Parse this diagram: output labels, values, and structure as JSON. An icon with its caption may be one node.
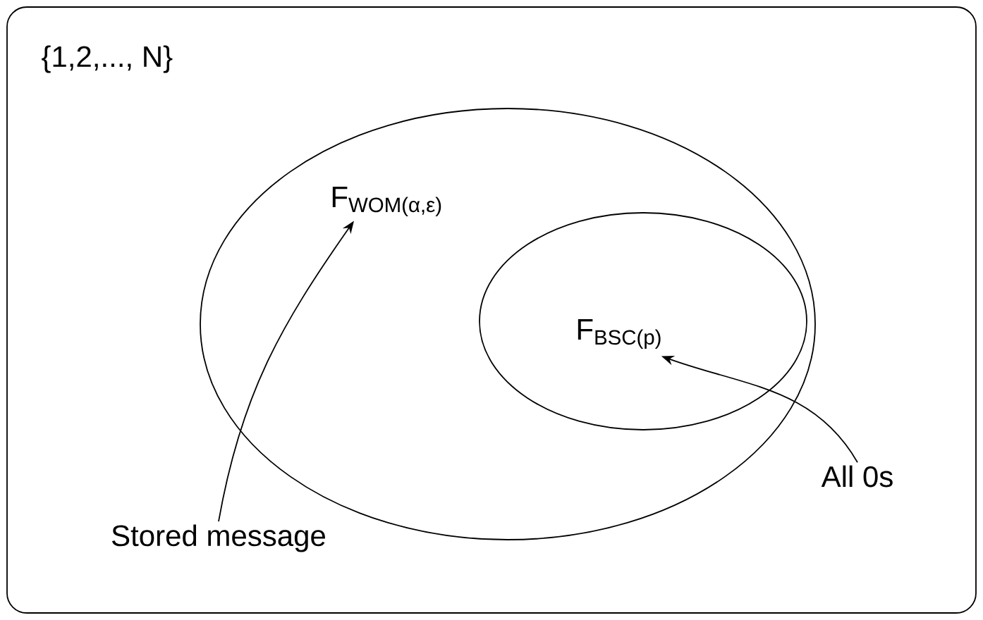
{
  "diagram": {
    "nodes": [
      {
        "text": [
          "{1,2,..., N}"
        ]
      },
      {
        "text": [
          "F$_{WOM(α,ε)}$"
        ],
        "in": 0
      },
      {
        "text": [
          "F$_{BSC(p)}$"
        ],
        "in": 1
      },
      {
        "text": [
          "Stored message"
        ],
        "in": 0
      },
      {
        "text": [
          "All 0s"
        ],
        "in": 0
      }
    ],
    "edges": [
      {
        "from": 3,
        "to": 1,
        "arrow": "to"
      },
      {
        "from": 4,
        "to": 2,
        "arrow": "to"
      }
    ]
  }
}
